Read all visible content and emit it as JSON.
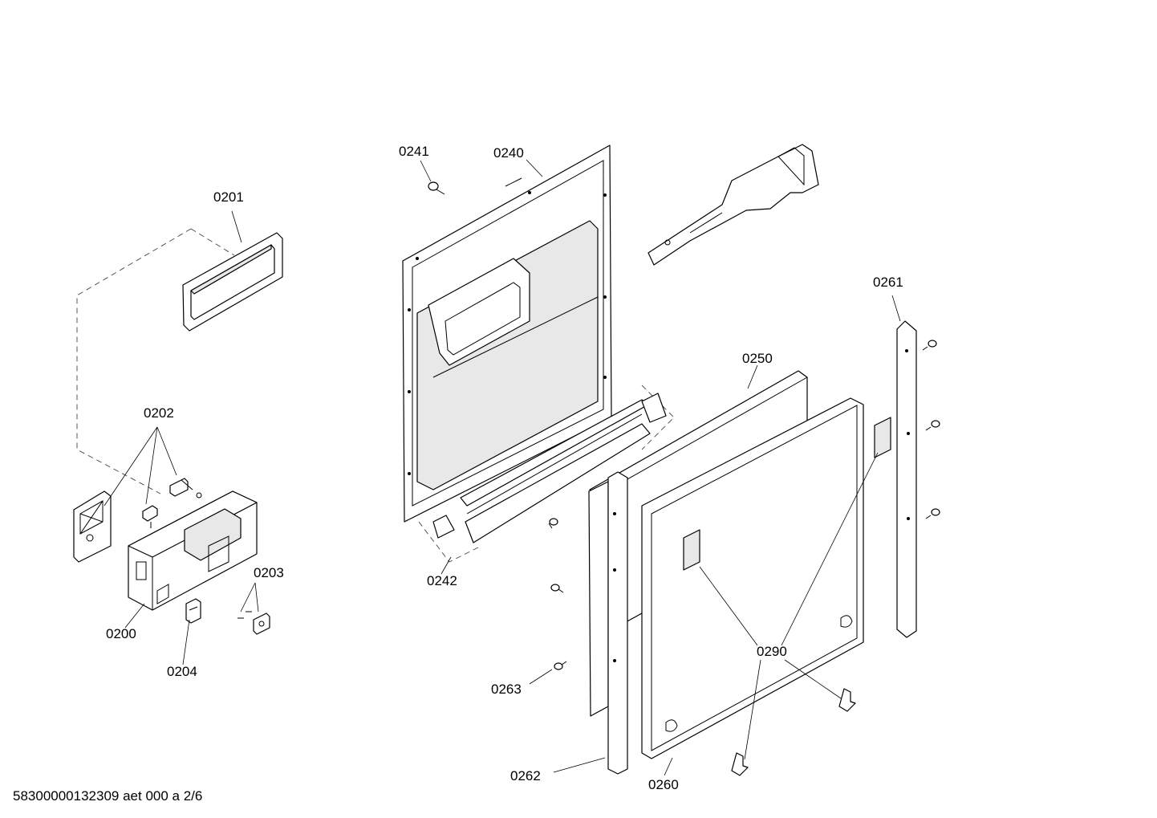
{
  "callouts": {
    "c0201": "0201",
    "c0202": "0202",
    "c0203": "0203",
    "c0200": "0200",
    "c0204": "0204",
    "c0241": "0241",
    "c0240": "0240",
    "c0242": "0242",
    "c0250": "0250",
    "c0261": "0261",
    "c0263": "0263",
    "c0262": "0262",
    "c0260": "0260",
    "c0290": "0290"
  },
  "footer": "58300000132309 aet 000 a 2/6"
}
